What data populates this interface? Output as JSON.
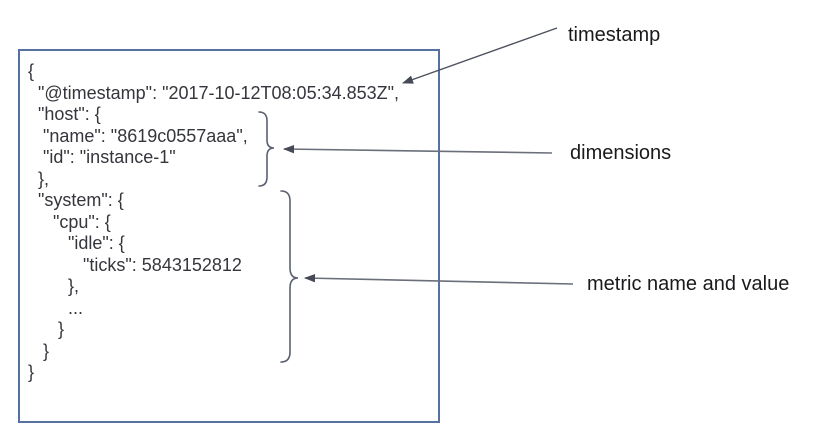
{
  "figure": {
    "document": {
      "code_lines": [
        "{",
        "  \"@timestamp\": \"2017-10-12T08:05:34.853Z\",",
        "  \"host\": {",
        "   \"name\": \"8619c0557aaa\",",
        "   \"id\": \"instance-1\"",
        "  },",
        "  \"system\": {",
        "     \"cpu\": {",
        "        \"idle\": {",
        "           \"ticks\": 5843152812",
        "        },",
        "        ...",
        "      }",
        "   }",
        "}"
      ]
    },
    "annotations": {
      "timestamp_label": "timestamp",
      "dimensions_label": "dimensions",
      "metric_label": "metric name and value"
    },
    "colors": {
      "box_border": "#54719f",
      "code_text": "#35363c",
      "label_text": "#191a1c",
      "brace": "#5a6070",
      "arrow_line": "#6a6f7a",
      "arrowhead": "#454a56"
    }
  }
}
